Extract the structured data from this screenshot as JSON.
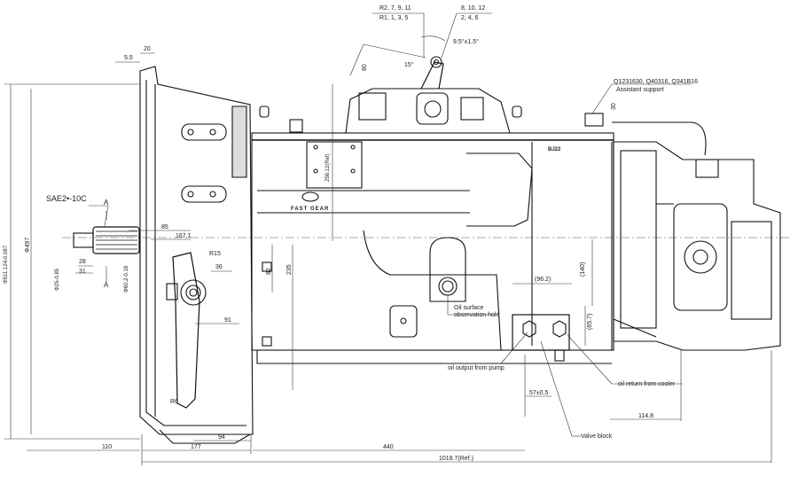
{
  "shift_labels": {
    "r_upper": "R2, 7, 9, 11",
    "r_lower": "R1, 1, 3, 5",
    "f_upper": "8, 10, 12",
    "f_lower": "2, 4, 6",
    "swing_angle": "9.5°±1.5°",
    "lever_angle": "15°",
    "lever_dim": "80"
  },
  "assistant_support": {
    "part_numbers": "Q1231630, Q40316, Q341B16",
    "label": "Assistant support",
    "dim": "30"
  },
  "input": {
    "dim_5_5": "5.5",
    "dim_20": "20",
    "spline": "SAE2•-10C",
    "section_a_top": "A",
    "section_a_bottom": "A",
    "dia_outer": "Φ511.124-0.087",
    "dia_497": "Φ497",
    "dim_85": "85",
    "dim_167": "167.1",
    "r15": "R15",
    "dim_28": "28",
    "dim_31": "31",
    "dia_shaft": "Φ25-0.85",
    "dia_pilot": "Φ60.2-0.18",
    "dim_36": "36",
    "dim_82": "82",
    "dim_235": "235",
    "dim_91": "91",
    "r6": "R6"
  },
  "case": {
    "ref_height": "256.12(Ref)",
    "brand": "FAST GEAR",
    "plate": "BJ22",
    "dim_96": "(96.2)",
    "dim_140": "(140)",
    "dim_65": "(65.7)",
    "oil_hole_line1": "Oil surface",
    "oil_hole_line2": "observation hole",
    "oil_output": "oil output from pump",
    "oil_return": "oil  return from cooler",
    "dim_57": "57±0.5",
    "dim_114": "114.8",
    "valve_block": "Valve block"
  },
  "bottom_dims": {
    "d110": "110",
    "d177": "177",
    "d94": "94",
    "d440": "440",
    "total": "1018.7(Ref.)"
  }
}
